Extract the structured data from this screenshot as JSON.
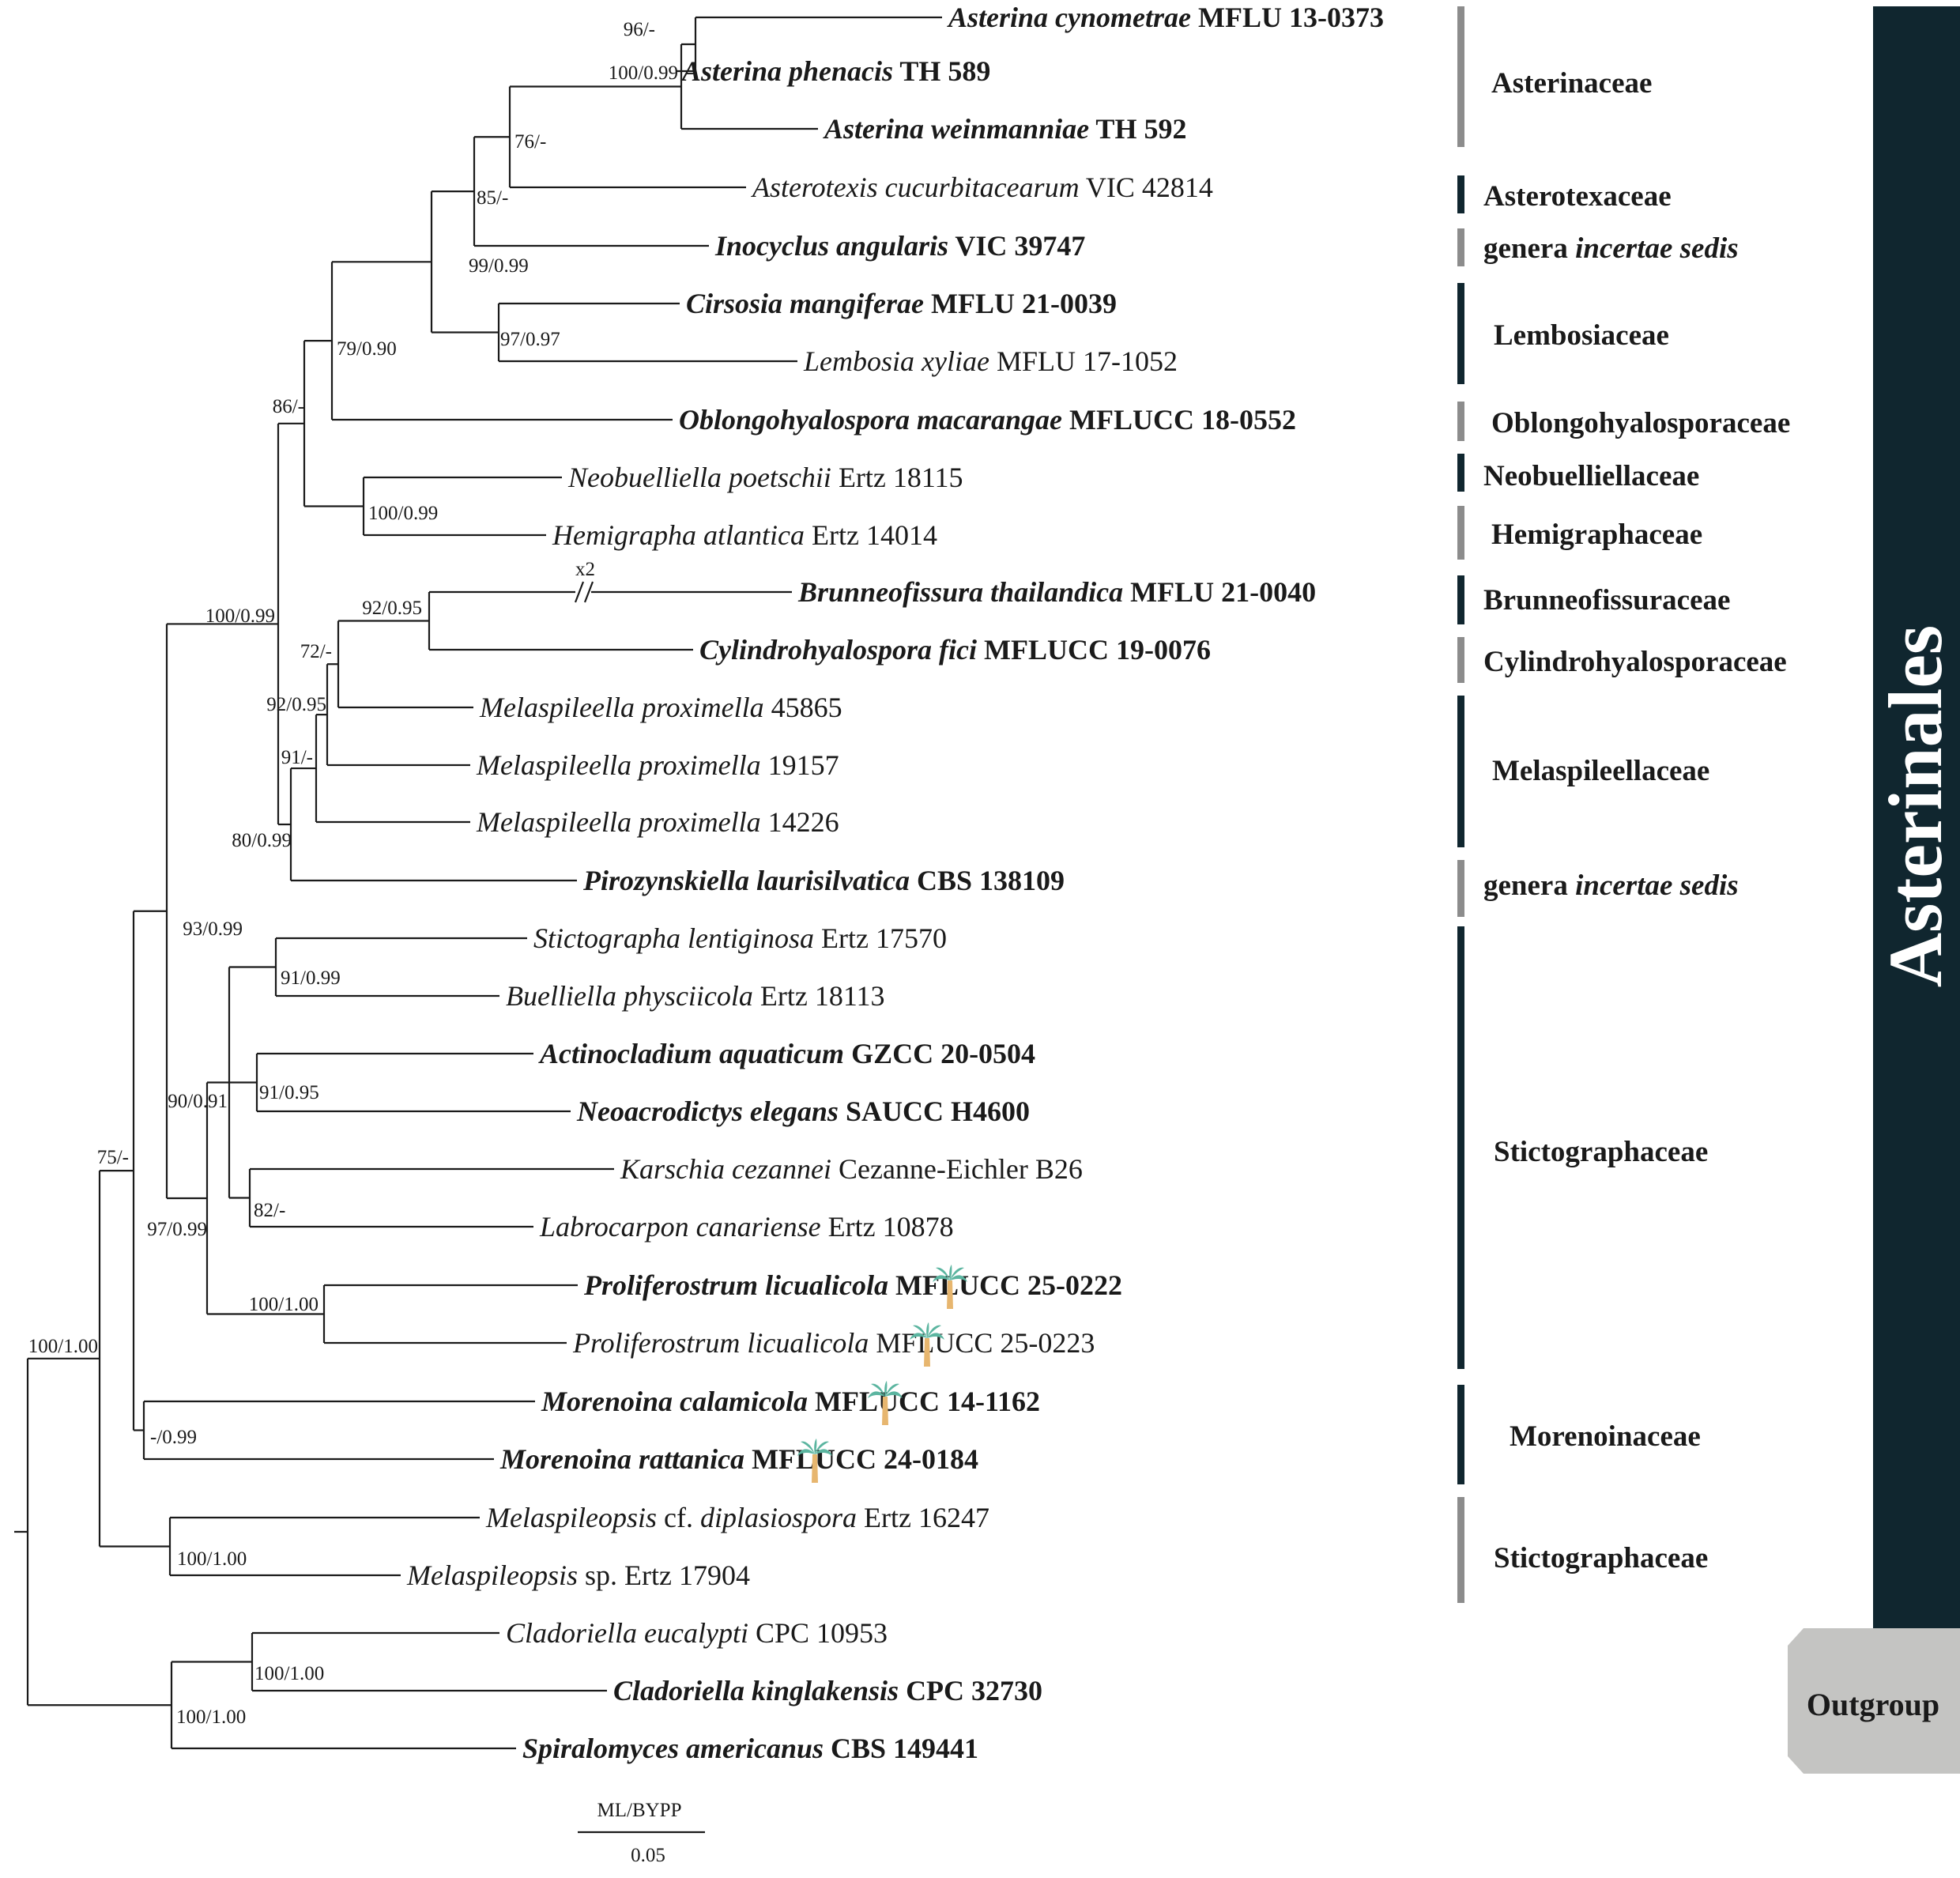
{
  "colors": {
    "dark_bar": "#10262f",
    "grey_bar": "#8c8c8c",
    "outgroup_bg": "#c4c4c2",
    "new_species": "#1f6fb2",
    "palm_leaf": "#5bb5a0",
    "palm_trunk": "#e7b66f"
  },
  "taxa": [
    {
      "genus": "Asterina cynometrae",
      "voucher": "MFLU 13-0373",
      "bold": true
    },
    {
      "genus": "Asterina phenacis",
      "voucher": "TH 589",
      "bold": true
    },
    {
      "genus": "Asterina weinmanniae",
      "voucher": "TH 592",
      "bold": true
    },
    {
      "genus": "Asterotexis cucurbitacearum",
      "voucher": "VIC 42814",
      "bold": false
    },
    {
      "genus": "Inocyclus angularis",
      "voucher": "VIC 39747",
      "bold": true
    },
    {
      "genus": "Cirsosia mangiferae",
      "voucher": "MFLU 21-0039",
      "bold": true
    },
    {
      "genus": "Lembosia xyliae",
      "voucher": "MFLU 17-1052",
      "bold": false
    },
    {
      "genus": "Oblongohyalospora macarangae",
      "voucher": "MFLUCC 18-0552",
      "bold": true
    },
    {
      "genus": "Neobuelliella poetschii",
      "voucher": "Ertz 18115",
      "bold": false
    },
    {
      "genus": "Hemigrapha atlantica",
      "voucher": "Ertz 14014",
      "bold": false
    },
    {
      "genus": "Brunneofissura thailandica",
      "voucher": "MFLU 21-0040",
      "bold": true
    },
    {
      "genus": "Cylindrohyalospora fici",
      "voucher": "MFLUCC 19-0076",
      "bold": true
    },
    {
      "genus": "Melaspileella proximella",
      "voucher": "45865",
      "bold": false
    },
    {
      "genus": "Melaspileella proximella",
      "voucher": "19157",
      "bold": false
    },
    {
      "genus": "Melaspileella proximella",
      "voucher": "14226",
      "bold": false
    },
    {
      "genus": "Pirozynskiella laurisilvatica",
      "voucher": "CBS 138109",
      "bold": true
    },
    {
      "genus": "Stictographa lentiginosa",
      "voucher": "Ertz 17570",
      "bold": false
    },
    {
      "genus": "Buelliella physciicola",
      "voucher": "Ertz 18113",
      "bold": false
    },
    {
      "genus": "Actinocladium aquaticum",
      "voucher": "GZCC 20-0504",
      "bold": true
    },
    {
      "genus": "Neoacrodictys elegans",
      "voucher": "SAUCC H4600",
      "bold": true
    },
    {
      "genus": "Karschia cezannei",
      "voucher": "Cezanne-Eichler B26",
      "bold": false
    },
    {
      "genus": "Labrocarpon canariense",
      "voucher": "Ertz 10878",
      "bold": false
    },
    {
      "genus": "Proliferostrum licualicola",
      "voucher": "MFLUCC 25-0222",
      "bold": true,
      "new": true,
      "palm": true
    },
    {
      "genus": "Proliferostrum licualicola",
      "voucher": "MFLUCC 25-0223",
      "bold": false,
      "new": true,
      "palm": true
    },
    {
      "genus": "Morenoina calamicola",
      "voucher": "MFLUCC 14-1162",
      "bold": true,
      "palm": true
    },
    {
      "genus": "Morenoina rattanica",
      "voucher": "MFLUCC 24-0184",
      "bold": true,
      "palm": true
    },
    {
      "genus": "Melaspileopsis",
      "qualifier": "cf.",
      "epithet": "diplasiospora",
      "voucher": "Ertz 16247",
      "bold": false
    },
    {
      "genus": "Melaspileopsis",
      "qualifier": "sp.",
      "voucher": "Ertz 17904",
      "bold": false
    },
    {
      "genus": "Cladoriella eucalypti",
      "voucher": "CPC 10953",
      "bold": false
    },
    {
      "genus": "Cladoriella kinglakensis",
      "voucher": "CPC 32730",
      "bold": true
    },
    {
      "genus": "Spiralomyces americanus",
      "voucher": "CBS 149441",
      "bold": true
    }
  ],
  "supports": [
    "96/-",
    "100/0.99",
    "76/-",
    "85/-",
    "99/0.99",
    "97/0.97",
    "79/0.90",
    "86/-",
    "100/0.99",
    "92/0.95",
    "72/-",
    "92/0.95",
    "91/-",
    "80/0.99",
    "100/0.99",
    "93/0.99",
    "91/0.99",
    "91/0.95",
    "90/0.91",
    "82/-",
    "97/0.99",
    "100/1.00",
    "75/-",
    "-/0.99",
    "100/1.00",
    "100/1.00",
    "100/1.00",
    "100/1.00"
  ],
  "break_label": "x2",
  "families": [
    {
      "name": "Asterinaceae",
      "bar": "grey"
    },
    {
      "name": "Asterotexaceae",
      "bar": "dark"
    },
    {
      "name": "genera ",
      "italic": "incertae sedis",
      "bar": "grey"
    },
    {
      "name": "Lembosiaceae",
      "bar": "dark"
    },
    {
      "name": "Oblongohyalosporaceae",
      "bar": "grey"
    },
    {
      "name": "Neobuelliellaceae",
      "bar": "dark"
    },
    {
      "name": "Hemigraphaceae",
      "bar": "grey"
    },
    {
      "name": "Brunneofissuraceae",
      "bar": "dark"
    },
    {
      "name": "Cylindrohyalosporaceae",
      "bar": "grey"
    },
    {
      "name": "Melaspileellaceae",
      "bar": "dark"
    },
    {
      "name": "genera ",
      "italic": "incertae sedis",
      "bar": "grey"
    },
    {
      "name": "Stictographaceae",
      "bar": "dark"
    },
    {
      "name": "Morenoinaceae",
      "bar": "dark"
    },
    {
      "name": "Stictographaceae",
      "bar": "grey"
    }
  ],
  "order_label": "Asterinales",
  "outgroup_label": "Outgroup",
  "scale": {
    "method": "ML/BYPP",
    "value": "0.05"
  }
}
